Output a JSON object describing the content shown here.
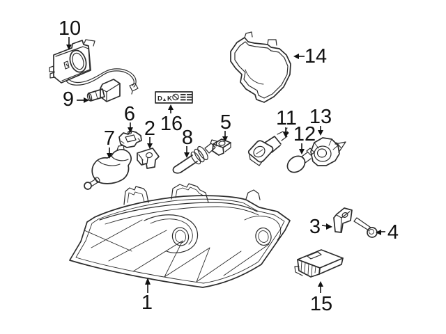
{
  "diagram": {
    "description": "Exploded parts diagram of a headlamp assembly with numbered callouts",
    "background_color": "#ffffff",
    "line_color": "#2b2b2b",
    "text_color": "#111111",
    "callouts": [
      {
        "number": "1"
      },
      {
        "number": "2"
      },
      {
        "number": "3"
      },
      {
        "number": "4"
      },
      {
        "number": "5"
      },
      {
        "number": "6"
      },
      {
        "number": "7"
      },
      {
        "number": "8"
      },
      {
        "number": "9"
      },
      {
        "number": "10"
      },
      {
        "number": "11"
      },
      {
        "number": "12"
      },
      {
        "number": "13"
      },
      {
        "number": "14"
      },
      {
        "number": "15"
      },
      {
        "number": "16"
      }
    ],
    "warning_label": {
      "letter_d": "D",
      "letter_k": "K"
    }
  }
}
